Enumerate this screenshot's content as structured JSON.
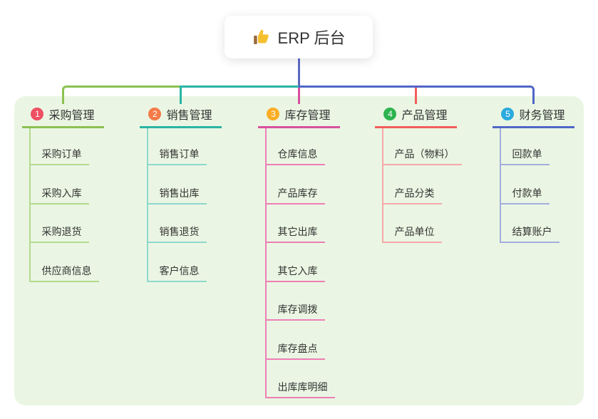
{
  "root": {
    "label": "ERP 后台",
    "icon": "thumbs-up"
  },
  "branches": [
    {
      "index": "1",
      "title": "采购管理",
      "badge_color": "#ef4f63",
      "line_color": "#8cc152",
      "light_color": "#b4da8c",
      "children": [
        "采购订单",
        "采购入库",
        "采购退货",
        "供应商信息"
      ]
    },
    {
      "index": "2",
      "title": "销售管理",
      "badge_color": "#f47a48",
      "line_color": "#2ab4a6",
      "light_color": "#8ed8cd",
      "children": [
        "销售订单",
        "销售出库",
        "销售退货",
        "客户信息"
      ]
    },
    {
      "index": "3",
      "title": "库存管理",
      "badge_color": "#fbad26",
      "line_color": "#d8509f",
      "light_color": "#ee7eb6",
      "children": [
        "仓库信息",
        "产品库存",
        "其它出库",
        "其它入库",
        "库存调拨",
        "库存盘点",
        "出库库明细"
      ]
    },
    {
      "index": "4",
      "title": "产品管理",
      "badge_color": "#2eb34f",
      "line_color": "#f25d5d",
      "light_color": "#f7a8a8",
      "children": [
        "产品（物料）",
        "产品分类",
        "产品单位"
      ]
    },
    {
      "index": "5",
      "title": "财务管理",
      "badge_color": "#2caade",
      "line_color": "#5166c8",
      "light_color": "#a3aedd",
      "children": [
        "回款单",
        "付款单",
        "结算账户"
      ]
    }
  ],
  "colors": {
    "panel_bg": "#eaf6e3",
    "stem": "#5b68c0",
    "text": "#333333",
    "root_bg": "#ffffff",
    "thumb_hand": "#f5c02e",
    "thumb_sleeve": "#9a6a3a"
  }
}
